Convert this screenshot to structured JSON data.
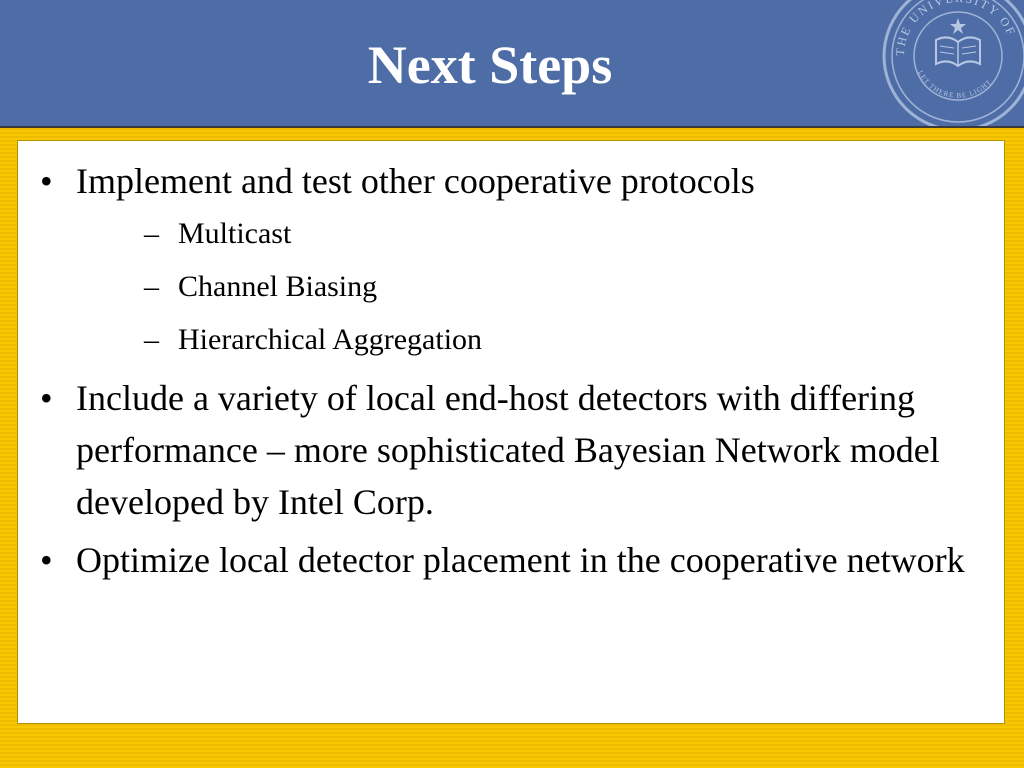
{
  "slide": {
    "title": "Next Steps",
    "bullets": [
      {
        "text": "Implement and test other cooperative protocols",
        "subitems": [
          "Multicast",
          "Channel Biasing",
          "Hierarchical Aggregation"
        ]
      },
      {
        "text": "Include a variety of local end-host detectors with differing performance – more sophisticated Bayesian Network model developed by Intel Corp.",
        "subitems": []
      },
      {
        "text": "Optimize local detector placement in the cooperative network",
        "subitems": []
      }
    ],
    "bullet_glyph": "•",
    "dash_glyph": "–"
  },
  "seal": {
    "top_text": "THE UNIVERSITY OF",
    "bottom_text": "LET THERE BE LIGHT"
  },
  "colors": {
    "header": "#4e6da6",
    "frame": "#f5c400",
    "content": "#ffffff",
    "title": "#ffffff"
  }
}
